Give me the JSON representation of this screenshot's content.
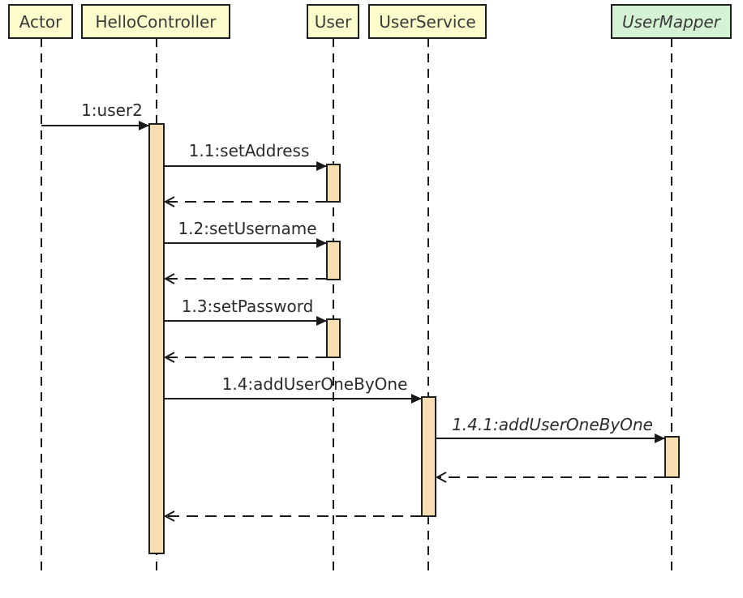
{
  "diagram": {
    "type": "uml-sequence-diagram",
    "participants": [
      {
        "name": "Actor",
        "kind": "class"
      },
      {
        "name": "HelloController",
        "kind": "class"
      },
      {
        "name": "User",
        "kind": "class"
      },
      {
        "name": "UserService",
        "kind": "class"
      },
      {
        "name": "UserMapper",
        "kind": "interface"
      }
    ],
    "messages": [
      {
        "label": "1:user2",
        "from": "Actor",
        "to": "HelloController",
        "type": "call"
      },
      {
        "label": "1.1:setAddress",
        "from": "HelloController",
        "to": "User",
        "type": "call"
      },
      {
        "label": "",
        "from": "User",
        "to": "HelloController",
        "type": "return"
      },
      {
        "label": "1.2:setUsername",
        "from": "HelloController",
        "to": "User",
        "type": "call"
      },
      {
        "label": "",
        "from": "User",
        "to": "HelloController",
        "type": "return"
      },
      {
        "label": "1.3:setPassword",
        "from": "HelloController",
        "to": "User",
        "type": "call"
      },
      {
        "label": "",
        "from": "User",
        "to": "HelloController",
        "type": "return"
      },
      {
        "label": "1.4:addUserOneByOne",
        "from": "HelloController",
        "to": "UserService",
        "type": "call"
      },
      {
        "label": "1.4.1:addUserOneByOne",
        "from": "UserService",
        "to": "UserMapper",
        "type": "call",
        "style": "italic"
      },
      {
        "label": "",
        "from": "UserMapper",
        "to": "UserService",
        "type": "return"
      },
      {
        "label": "",
        "from": "UserService",
        "to": "HelloController",
        "type": "return"
      }
    ],
    "colors": {
      "participant_fill": "#fbfbcb",
      "interface_fill": "#d5f2d5",
      "activation_fill": "#f7deb2",
      "border": "#1e1e1e",
      "line": "#1a1a1a",
      "text": "#2b2b2b",
      "background": "#ffffff"
    }
  }
}
